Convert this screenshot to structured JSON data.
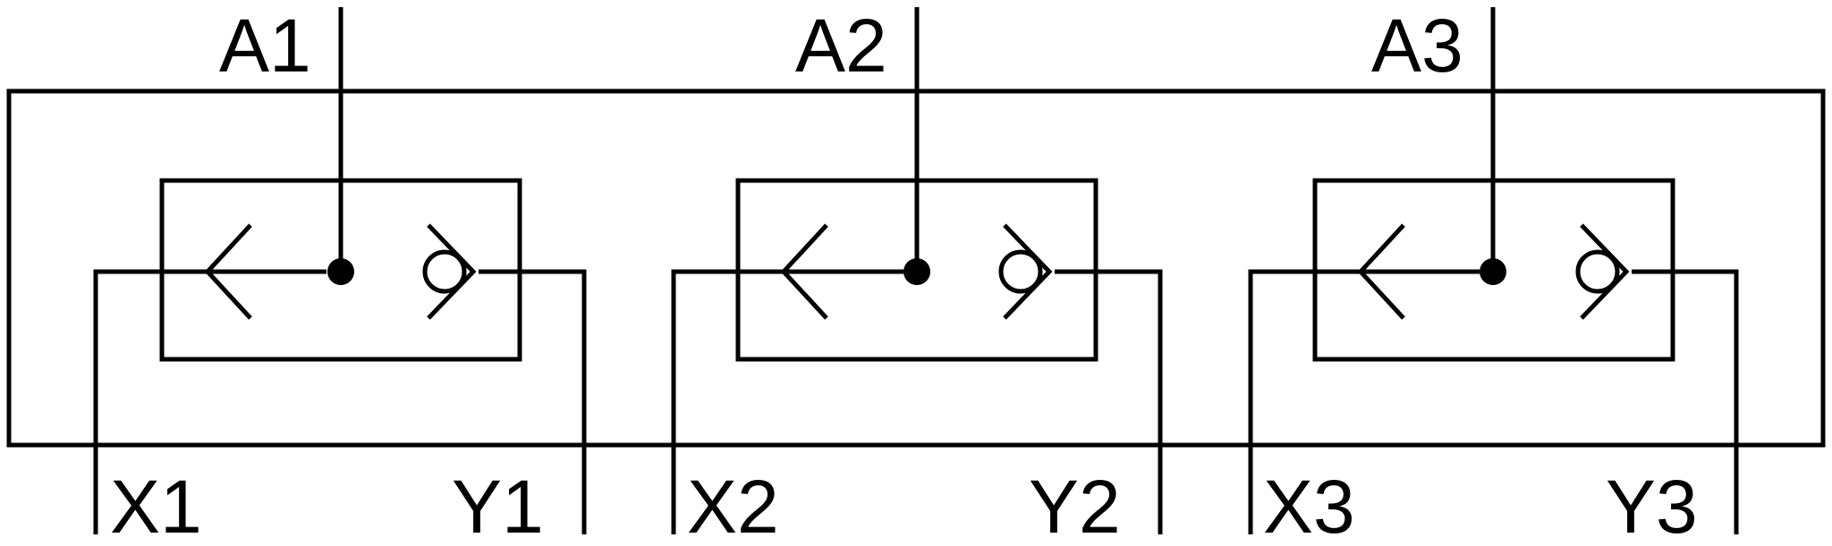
{
  "diagram": {
    "valves": [
      {
        "top_port": "A1",
        "left_port": "X1",
        "right_port": "Y1"
      },
      {
        "top_port": "A2",
        "left_port": "X2",
        "right_port": "Y2"
      },
      {
        "top_port": "A3",
        "left_port": "X3",
        "right_port": "Y3"
      }
    ],
    "colors": {
      "line": "#000000",
      "background": "#ffffff"
    },
    "icons": {
      "left_arrow": "left-chevron-icon",
      "junction": "junction-dot-icon",
      "check_valve": "check-valve-icon"
    }
  }
}
